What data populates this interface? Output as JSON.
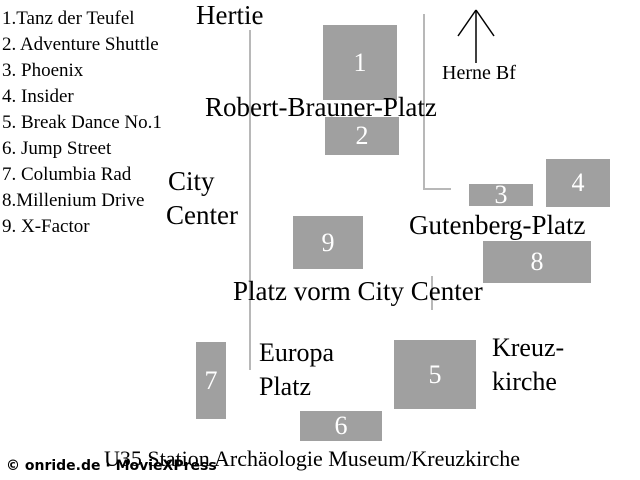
{
  "legend": [
    "1.Tanz der Teufel",
    "2. Adventure Shuttle",
    "3. Phoenix",
    "4. Insider",
    "5. Break Dance No.1",
    "6. Jump Street",
    "7. Columbia Rad",
    "8.Millenium Drive",
    "9. X-Factor"
  ],
  "blocks": {
    "b1": "1",
    "b2": "2",
    "b3": "3",
    "b4": "4",
    "b5": "5",
    "b6": "6",
    "b7": "7",
    "b8": "8",
    "b9": "9"
  },
  "places": {
    "hertie": "Hertie",
    "robert_brauner": "Robert-Brauner-Platz",
    "city": "City",
    "center": "Center",
    "gutenberg": "Gutenberg-Platz",
    "platz_city_center": "Platz vorm City Center",
    "europa": "Europa",
    "platz": "Platz",
    "kreuz": "Kreuz-",
    "kirche": "kirche",
    "herne_bf": "Herne Bf",
    "station": "U35 Station Archäologie Museum/Kreuzkirche"
  },
  "credit": "© onride.de · MovieXPress",
  "colors": {
    "block": "#a0a0a0",
    "block_text": "#ffffff",
    "road": "#b8b8b8"
  },
  "icons": {
    "north": "north-arrow-icon"
  }
}
